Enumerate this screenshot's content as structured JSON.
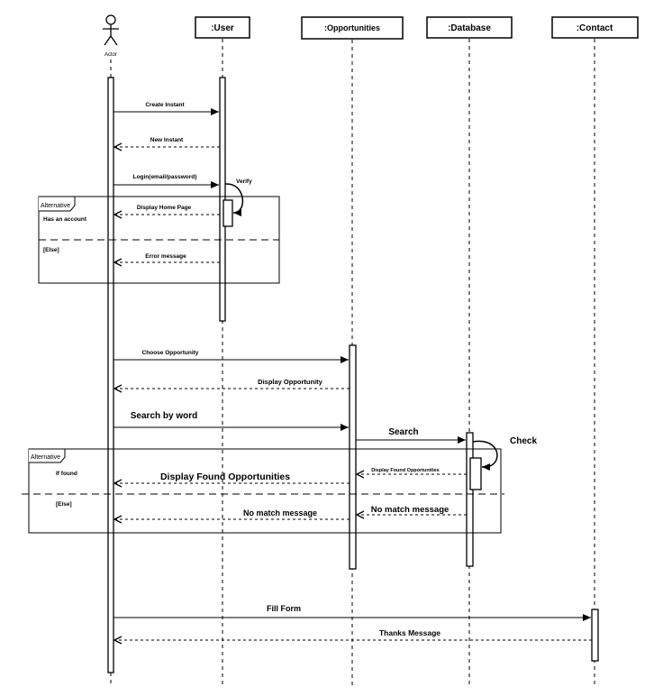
{
  "actor": {
    "label": "Actor"
  },
  "participants": [
    {
      "id": "user",
      "label": ":User"
    },
    {
      "id": "opportunities",
      "label": ":Opportunities"
    },
    {
      "id": "database",
      "label": ":Database"
    },
    {
      "id": "contact",
      "label": ":Contact"
    }
  ],
  "messages": {
    "create_instant": "Create Instant",
    "new_instant": "New Instant",
    "login": "Login(email/password)",
    "verify": "Verify",
    "display_home": "Display Home Page",
    "error_message": "Error message",
    "choose_opportunity": "Choose Opportunity",
    "display_opportunity": "Display Opportunity",
    "search_by_word": "Search by word",
    "search": "Search",
    "check": "Check",
    "display_found_db": "Display Found Opportunities",
    "display_found": "Display Found Opportunities",
    "no_match_db": "No match message",
    "no_match": "No match message",
    "fill_form": "Fill Form",
    "thanks": "Thanks Message"
  },
  "fragments": {
    "alt1": {
      "label": "Alternative",
      "guard1": "Has an account",
      "guard2": "[Else]"
    },
    "alt2": {
      "label": "Alternative",
      "guard1": "If found",
      "guard2": "[Else]"
    }
  }
}
